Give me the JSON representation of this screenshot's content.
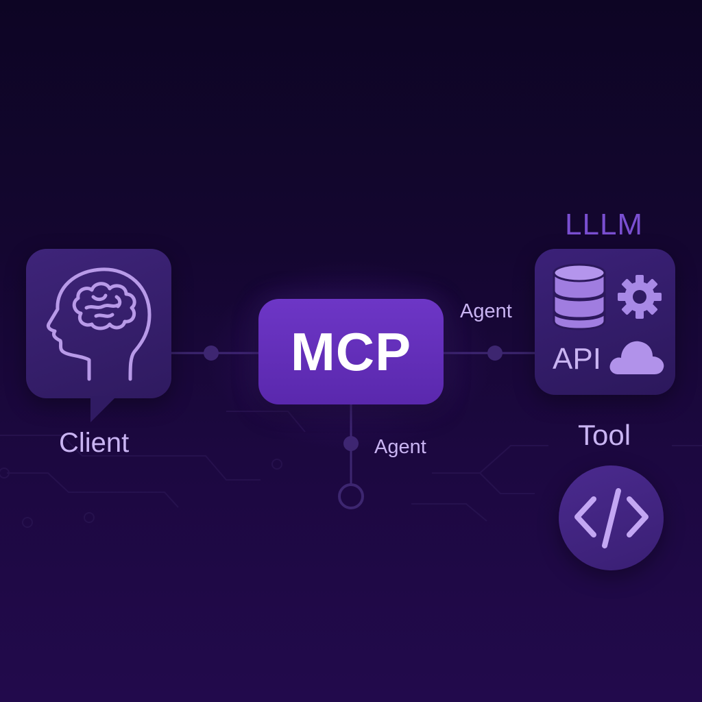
{
  "nodes": {
    "client": {
      "label": "Client",
      "icon": "brain-head-icon"
    },
    "mcp": {
      "label": "MCP"
    },
    "llm": {
      "title": "LLLM",
      "api_label": "API",
      "icons": [
        "database-icon",
        "gear-icon",
        "cloud-icon"
      ]
    },
    "tool": {
      "label": "Tool",
      "icon": "code-brackets-icon"
    }
  },
  "edges": {
    "mcp_to_llm": {
      "label": "Agent"
    },
    "mcp_down": {
      "label": "Agent"
    }
  },
  "colors": {
    "background": "#140630",
    "card": "#3a2176",
    "mcp_box": "#6430ba",
    "text_light": "#c9b4f2",
    "title_accent": "#7a4fd1",
    "connector": "#3d2670"
  }
}
